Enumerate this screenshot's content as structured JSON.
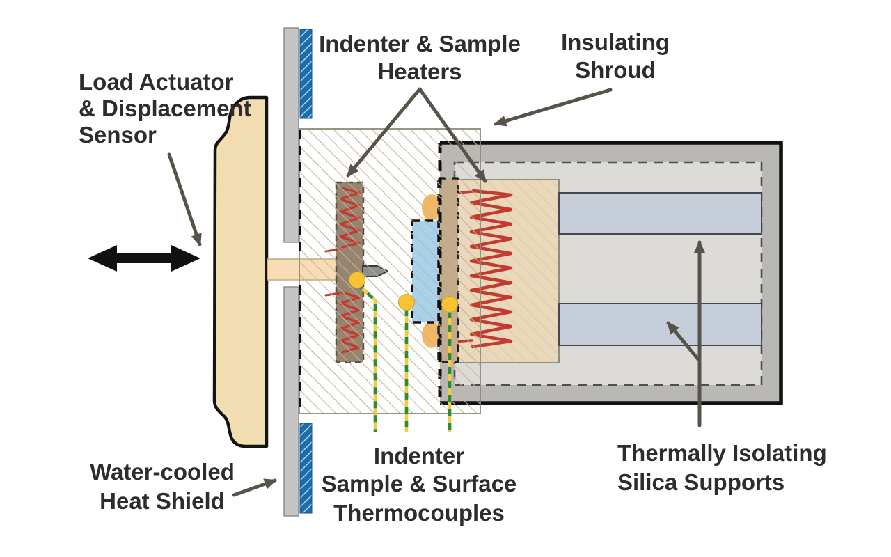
{
  "figure": {
    "type": "technical-cross-section-diagram",
    "labels": {
      "load_actuator": {
        "line1": "Load Actuator",
        "line2": "& Displacement",
        "line3": "Sensor"
      },
      "heaters": {
        "line1": "Indenter & Sample",
        "line2": "Heaters"
      },
      "shroud": {
        "line1": "Insulating",
        "line2": "Shroud"
      },
      "heat_shield": {
        "line1": "Water-cooled",
        "line2": "Heat Shield"
      },
      "thermocouples": {
        "line1": "Indenter",
        "line2": "Sample & Surface",
        "line3": "Thermocouples"
      },
      "silica_supports": {
        "line1": "Thermally Isolating",
        "line2": "Silica Supports"
      }
    },
    "colors": {
      "actuator_tan": "#f2dcb2",
      "shaft_tan": "#f8ddb4",
      "hatch_tan": "#c3b49c",
      "enclosure_gray": "#b9b8b5",
      "chamber_gray": "#dcdbd7",
      "heater_block_tan": "#e9d8ba",
      "mount_tan": "#c3aa8a",
      "indenter_column_brown": "#96846e",
      "heater_red": "#c23b31",
      "sample_blue": "#a8d2ec",
      "silica_support_gray": "#c6cfd9",
      "water_blue": "#1c6dad",
      "heat_shield_gray": "#c5c5c5",
      "thermocouple_yellow": "#f6c433",
      "wire_green": "#2c8c3c",
      "wire_yellow": "#f2cc3f",
      "clamp_orange": "#f4b863",
      "arrow_gray": "#57534b",
      "motion_arrow_black": "#111111",
      "text_dark": "#2d2d2d"
    }
  }
}
